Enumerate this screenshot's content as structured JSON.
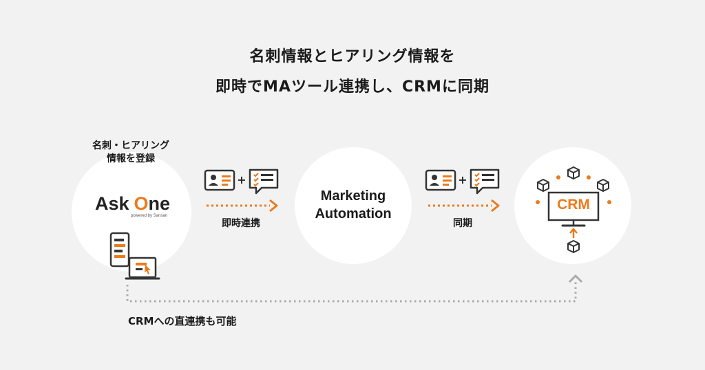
{
  "headline": {
    "line1": "名刺情報とヒアリング情報を",
    "line2": "即時でMAツール連携し、CRMに同期"
  },
  "askone_node": {
    "caption_line1": "名刺・ヒアリング",
    "caption_line2": "情報を登録",
    "brand_ask": "Ask",
    "brand_one": "ne",
    "brand_O": "O",
    "brand_sub": "powered by Sansan"
  },
  "arrow1": {
    "label": "即時連携",
    "plus": "+"
  },
  "ma_node": {
    "line1": "Marketing",
    "line2": "Automation"
  },
  "arrow2": {
    "label": "同期",
    "plus": "+"
  },
  "crm_node": {
    "label": "CRM"
  },
  "bottom_link": {
    "label": "CRMへの直連携も可能"
  },
  "colors": {
    "accent": "#ec7a1c",
    "dark": "#333333",
    "gray": "#aaaaaa",
    "background": "#f2f2f2"
  }
}
